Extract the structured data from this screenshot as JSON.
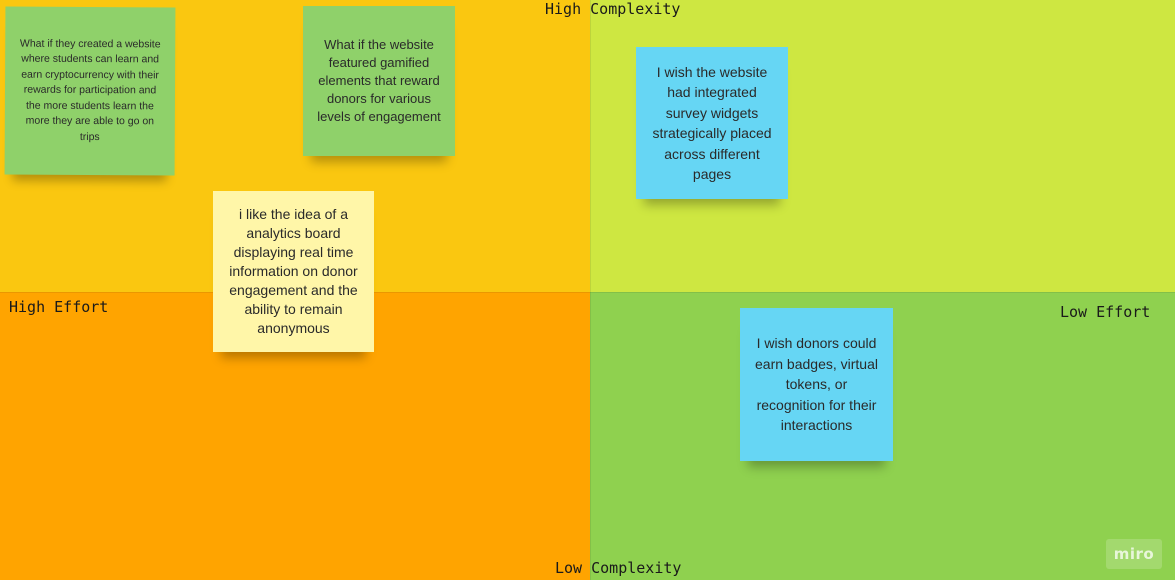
{
  "axes": {
    "high_complexity": "High Complexity",
    "low_complexity": "Low Complexity",
    "high_effort": "High Effort",
    "low_effort": "Low Effort"
  },
  "quadrant_colors": {
    "top_left": "#fac710",
    "top_right": "#cee741",
    "bottom_left": "#ffa400",
    "bottom_right": "#8fd14f"
  },
  "sticky_notes": [
    {
      "text": "What if they created a website where students can learn and earn cryptocurrency with their rewards for participation and the more students learn the more they are able to go on trips",
      "color": "#8fd16a"
    },
    {
      "text": "What if the website featured gamified elements that reward donors for various levels of engagement",
      "color": "#8fd16a"
    },
    {
      "text": "I wish the website had integrated survey widgets strategically placed across different pages",
      "color": "#66d6f4"
    },
    {
      "text": "i like the idea of a analytics board displaying real time information on donor engagement and the ability to remain anonymous",
      "color": "#fff6a8"
    },
    {
      "text": "I wish donors could earn badges, virtual tokens, or recognition for their interactions",
      "color": "#66d6f4"
    }
  ],
  "branding": {
    "logo": "miro"
  }
}
